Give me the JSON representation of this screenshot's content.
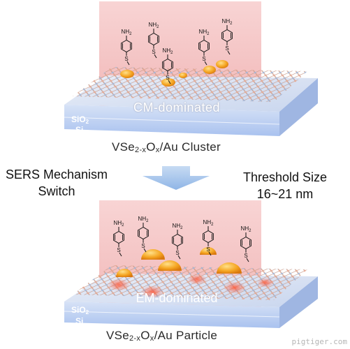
{
  "top_panel": {
    "regime": "CM-dominated",
    "layer_upper": "SiO",
    "layer_upper_sub": "2",
    "layer_lower": "Si",
    "molecule_group": "NH",
    "molecule_group_sub": "2",
    "linker_atom": "S",
    "caption_pre": "VSe",
    "caption_sub": "2-x",
    "caption_mid": "O",
    "caption_sub2": "x",
    "caption_post": "/Au Cluster"
  },
  "bottom_panel": {
    "regime": "EM-dominated",
    "layer_upper": "SiO",
    "layer_upper_sub": "2",
    "layer_lower": "Si",
    "molecule_group": "NH",
    "molecule_group_sub": "2",
    "linker_atom": "S",
    "caption_pre": "VSe",
    "caption_sub": "2-x",
    "caption_mid": "O",
    "caption_sub2": "x",
    "caption_post": "/Au Particle"
  },
  "middle": {
    "left_line1": "SERS Mechanism",
    "left_line2": "Switch",
    "right_line1": "Threshold Size",
    "right_line2": "16~21 nm"
  },
  "watermark": "pigtiger.com",
  "colors": {
    "backdrop": "#f6c9c9",
    "slab_top": "#dde6f5",
    "slab_front": "#b9cdf0",
    "gold": "#f3a21c",
    "arrow": "#a9c8ee"
  }
}
